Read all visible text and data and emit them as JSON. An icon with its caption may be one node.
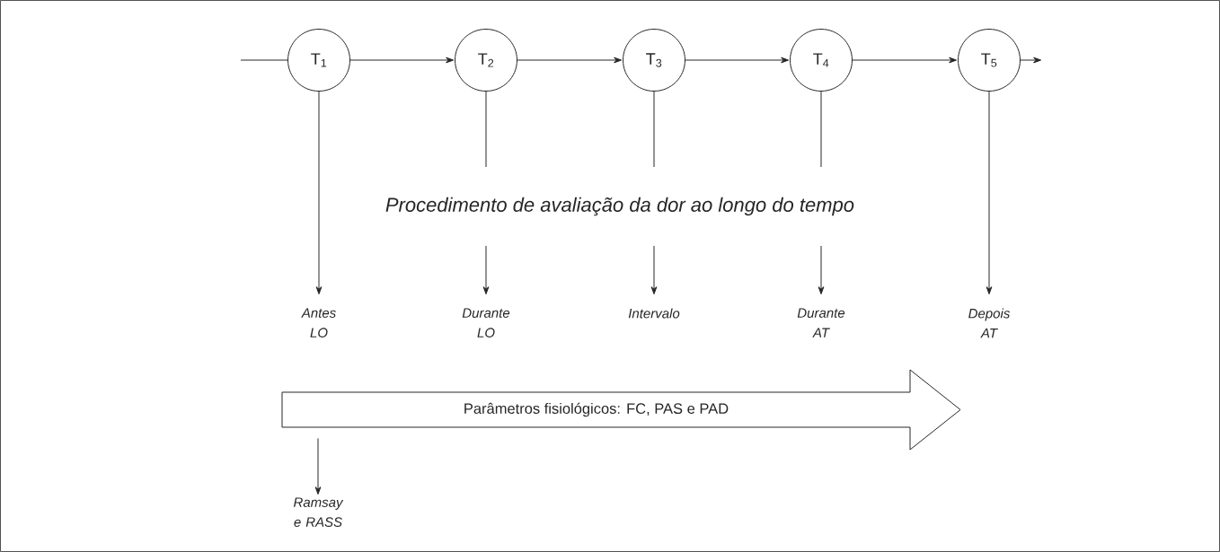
{
  "diagram": {
    "nodes": [
      {
        "text": [
          "T$_{1}$"
        ]
      },
      {
        "text": [
          "T$_{2}$"
        ]
      },
      {
        "text": [
          "T$_{3}$"
        ]
      },
      {
        "text": [
          "T$_{4}$"
        ]
      },
      {
        "text": [
          "T$_{5}$"
        ]
      },
      {
        "text": [
          "Antes LO"
        ]
      },
      {
        "text": [
          "Durante LO"
        ]
      },
      {
        "text": [
          "Intervalo"
        ]
      },
      {
        "text": [
          "Durante AT"
        ]
      },
      {
        "text": [
          "Depois AT"
        ]
      },
      {
        "text": [
          "Parâmetros fisiológicos: FC, PAS e PAD"
        ]
      },
      {
        "text": [
          "Ramsay e RASS"
        ]
      }
    ],
    "edges": [
      {
        "from": null,
        "to": 0,
        "arrow": "none"
      },
      {
        "from": 0,
        "to": 1,
        "arrow": "to"
      },
      {
        "from": 1,
        "to": 2,
        "arrow": "to"
      },
      {
        "from": 2,
        "to": 3,
        "arrow": "to"
      },
      {
        "from": 3,
        "to": 4,
        "arrow": "to"
      },
      {
        "from": 4,
        "to": null,
        "arrow": "to"
      },
      {
        "from": 0,
        "to": 5,
        "arrow": "to"
      },
      {
        "from": 1,
        "to": 6,
        "arrow": "to"
      },
      {
        "from": 2,
        "to": 7,
        "arrow": "to"
      },
      {
        "from": 3,
        "to": 8,
        "arrow": "to"
      },
      {
        "from": 4,
        "to": 9,
        "arrow": "to"
      },
      {
        "from": 10,
        "to": 11,
        "arrow": "to"
      }
    ],
    "labels": [
      "Procedimento de avaliação da dor ao longo do tempo"
    ]
  }
}
